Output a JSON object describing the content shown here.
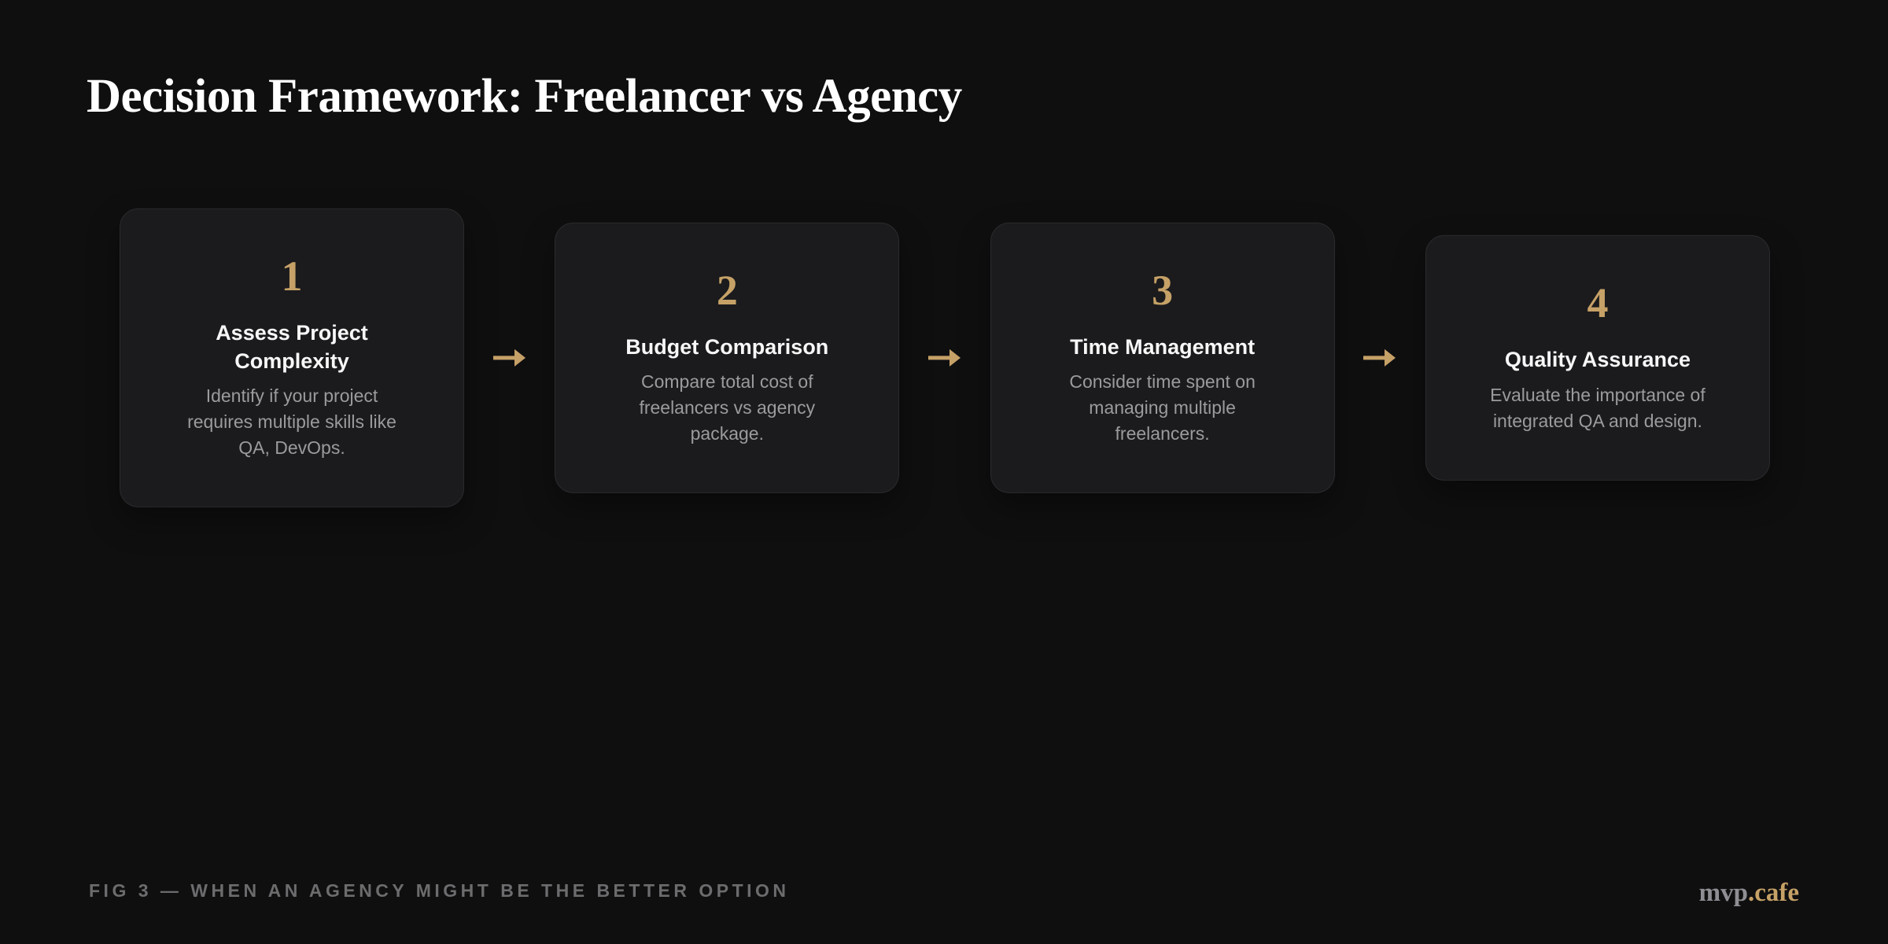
{
  "page": {
    "title": "Decision Framework: Freelancer vs Agency",
    "footer": {
      "caption": "FIG 3 — WHEN AN AGENCY MIGHT BE THE BETTER OPTION",
      "brand_gray_part": "mvp",
      "brand_gold_part": ".cafe"
    },
    "colors": {
      "background": "#0f0f10",
      "card_background": "#1b1b1d",
      "card_border": "#2b2b2d",
      "accent_gold": "#c6a167",
      "title_white": "#ffffff",
      "card_title_white": "#f7f7f8",
      "description_gray": "#9b9b9d",
      "footer_gray": "#6c6c6e",
      "brand_gray": "#8e8e93"
    }
  },
  "steps": [
    {
      "number": "1",
      "title": "Assess Project\nComplexity",
      "description": "Identify if your project\nrequires multiple skills like\nQA, DevOps."
    },
    {
      "number": "2",
      "title": "Budget Comparison",
      "description": "Compare total cost of\nfreelancers vs agency\npackage."
    },
    {
      "number": "3",
      "title": "Time Management",
      "description": "Consider time spent on\nmanaging multiple\nfreelancers."
    },
    {
      "number": "4",
      "title": "Quality Assurance",
      "description": "Evaluate the importance of\nintegrated QA and design."
    }
  ],
  "arrow": {
    "icon": "right-arrow",
    "color": "#c6a167"
  }
}
